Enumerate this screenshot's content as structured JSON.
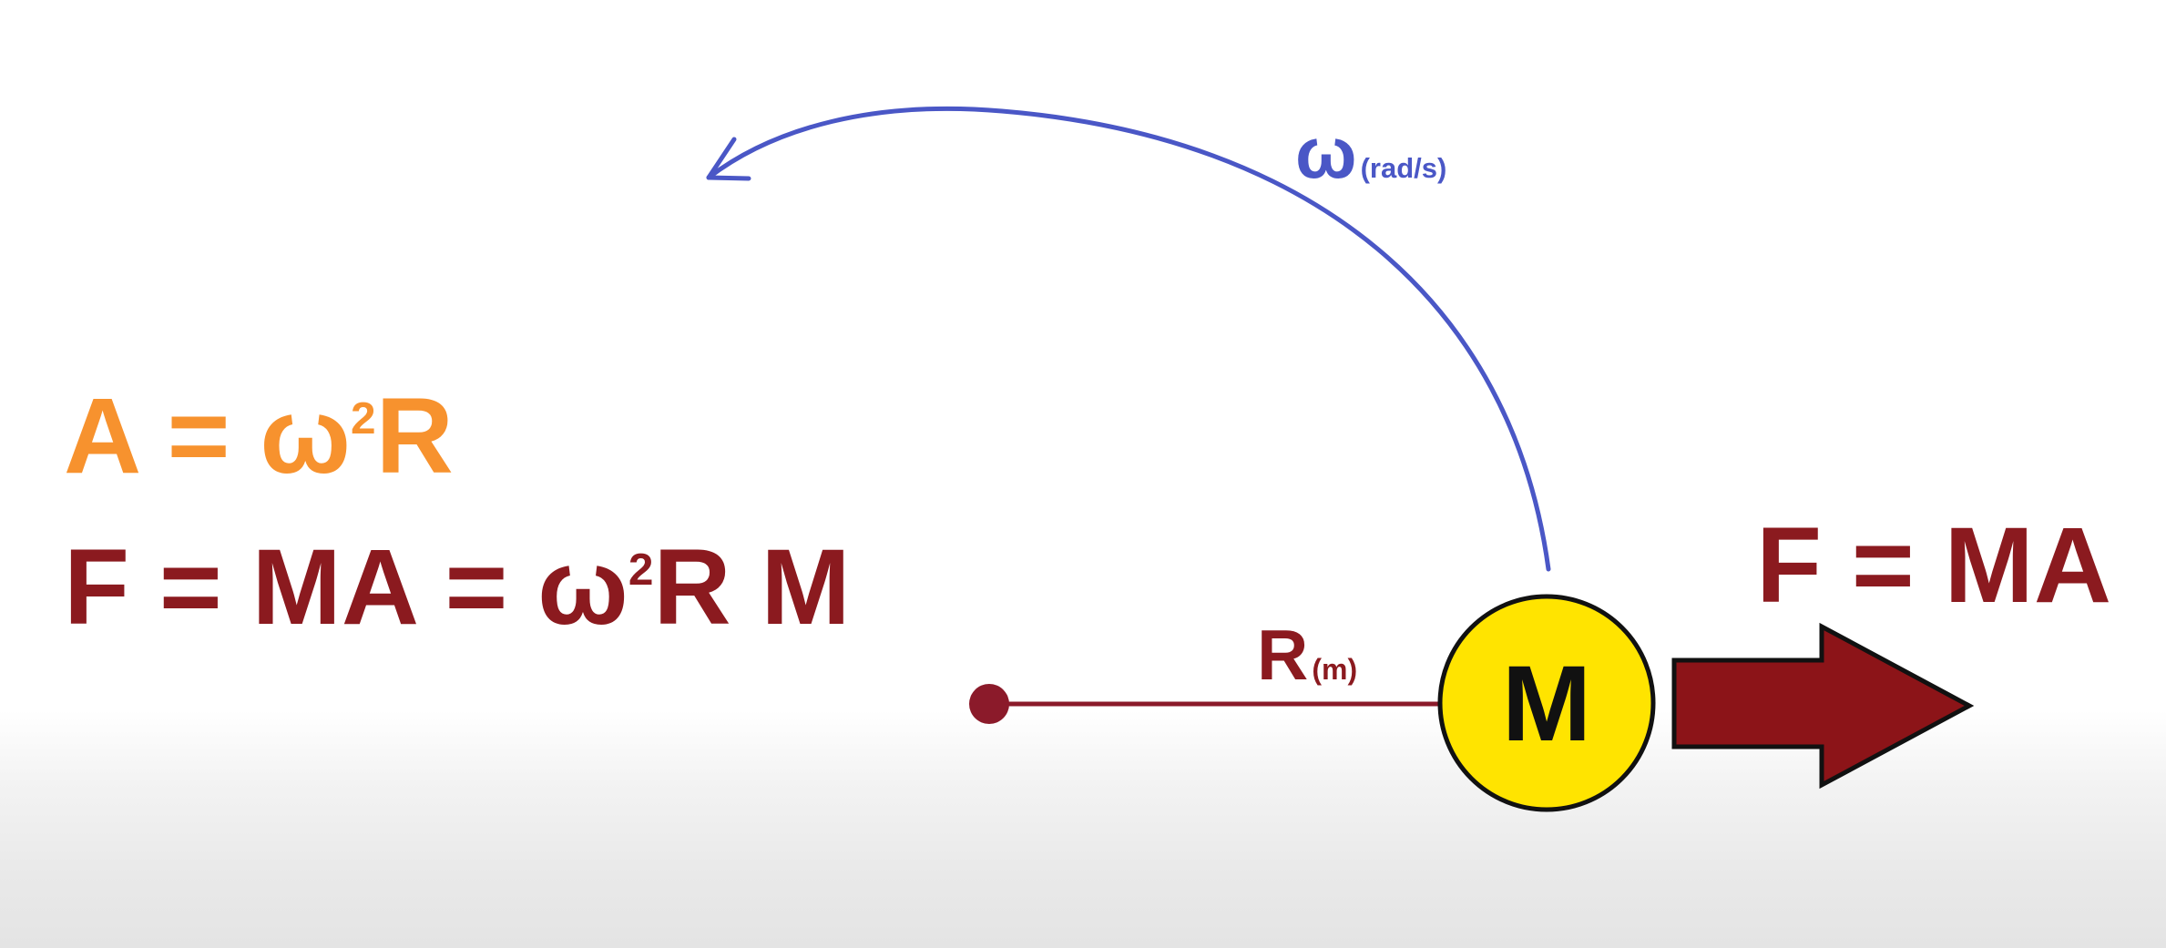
{
  "equations": {
    "acceleration": {
      "lhs": "A = ω",
      "exp": "2",
      "rhs": "R"
    },
    "force": {
      "lhs": "F = MA = ω",
      "exp": "2",
      "rhs": "R M"
    },
    "force_right": "F = MA"
  },
  "labels": {
    "omega": "ω",
    "omega_unit": "(rad/s)",
    "radius": "R",
    "radius_unit": "(m)",
    "mass": "M"
  },
  "colors": {
    "acceleration_text": "#f7922e",
    "force_text": "#8b1a1f",
    "omega_arc": "#4a57c6",
    "radius_line": "#8b1a2a",
    "mass_fill": "#ffe400",
    "mass_stroke": "#111111",
    "arrow_fill": "#8c1418",
    "arrow_stroke": "#111111"
  },
  "icons": {
    "pivot": "pivot-dot",
    "rotation": "curved-arrow-counterclockwise",
    "force": "right-arrow"
  }
}
